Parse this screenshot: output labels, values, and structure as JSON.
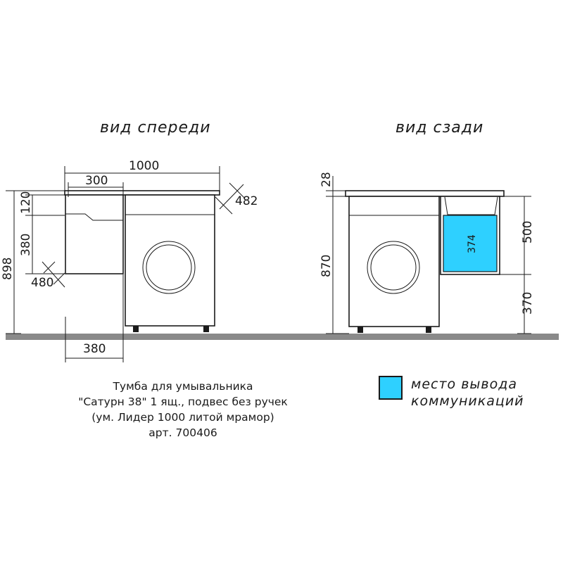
{
  "views": {
    "front_title": "вид спереди",
    "back_title": "вид сзади"
  },
  "front_dims": {
    "width": "1000",
    "sink_width": "300",
    "depth_top": "482",
    "height_total": "898",
    "drawer_top": "120",
    "drawer_height": "380",
    "drawer_depth": "480",
    "cabinet_width": "380"
  },
  "back_dims": {
    "top_thickness": "28",
    "height_to_cabinet": "870",
    "cabinet_height": "500",
    "floor_gap": "370",
    "outlet_height": "374"
  },
  "caption": {
    "line1": "Тумба для умывальника",
    "line2": "\"Сатурн 38\" 1 ящ., подвес без ручек",
    "line3": "(ум. Лидер 1000 литой мрамор)",
    "line4": "арт. 700406"
  },
  "legend": {
    "line1": "место вывода",
    "line2": "коммуникаций"
  },
  "colors": {
    "outlet": "#2ed0ff",
    "floor": "#8a8a8a"
  }
}
